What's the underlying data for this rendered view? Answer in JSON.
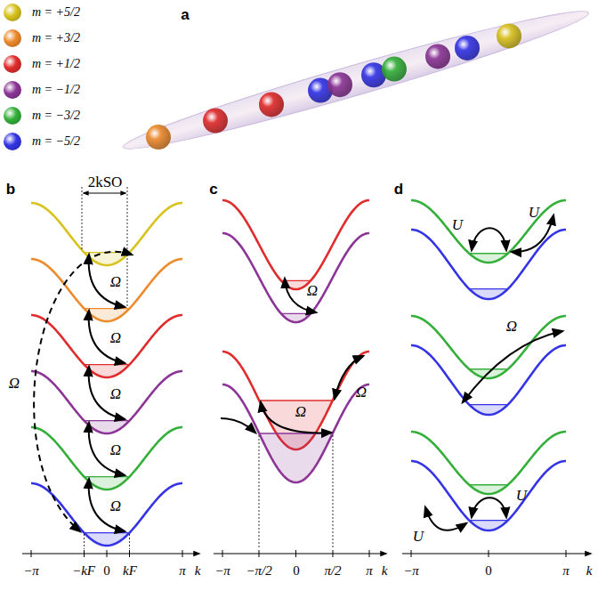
{
  "diagram": {
    "labels": [
      "a",
      "b",
      "2kSO",
      "Ω",
      "Ω",
      "Ω",
      "Ω",
      "Ω",
      "Ω",
      "−π",
      "−kF",
      "0",
      "kF",
      "π",
      "k",
      "c",
      "Ω",
      "Ω",
      "Ω",
      "−π",
      "−π/2",
      "0",
      "π/2",
      "π",
      "k",
      "d",
      "U",
      "U",
      "Ω",
      "U",
      "U",
      "−π",
      "0",
      "π",
      "k"
    ],
    "legend": [
      {
        "text": "m = +5/2",
        "color": "#d8c21e"
      },
      {
        "text": "m = +3/2",
        "color": "#ec8a2c"
      },
      {
        "text": "m = +1/2",
        "color": "#e02c2c"
      },
      {
        "text": "m = −1/2",
        "color": "#8c3596"
      },
      {
        "text": "m = −3/2",
        "color": "#34b03a"
      },
      {
        "text": "m = −5/2",
        "color": "#3434e6"
      }
    ]
  }
}
